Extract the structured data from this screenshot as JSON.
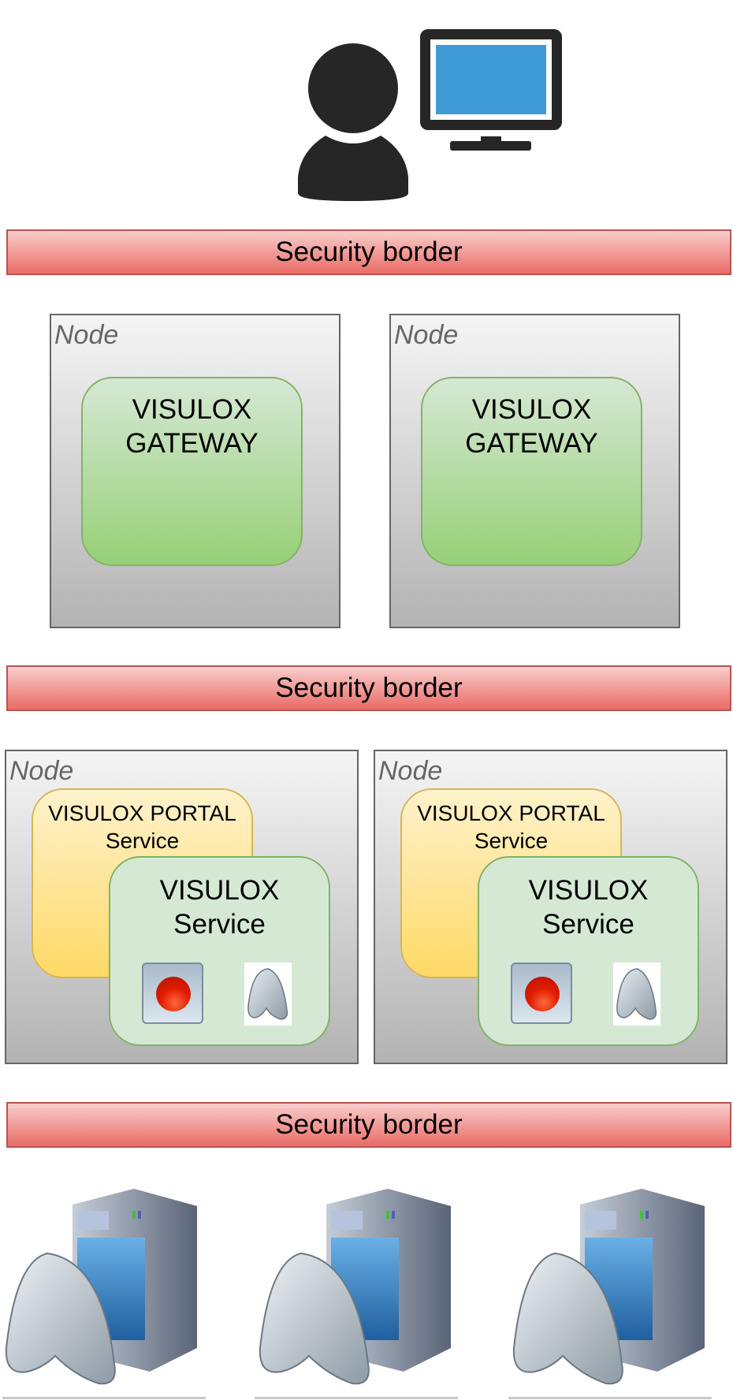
{
  "diagram": {
    "colors": {
      "security_border_fill_top": "#f8cecc",
      "security_border_fill_bottom": "#ea6b66",
      "security_border_stroke": "#b85450",
      "node_stroke": "#666666",
      "gateway_stroke": "#82b366",
      "portal_stroke": "#d6b656",
      "monitor_screen": "#3e9bd6",
      "user_icon": "#262626"
    },
    "top": {
      "user_icon": "user-icon",
      "monitor_icon": "monitor-icon"
    },
    "security_borders": [
      {
        "label": "Security border"
      },
      {
        "label": "Security border"
      },
      {
        "label": "Security border"
      }
    ],
    "gateway_nodes": [
      {
        "node_label": "Node",
        "gateway": {
          "line1": "VISULOX",
          "line2": "GATEWAY"
        }
      },
      {
        "node_label": "Node",
        "gateway": {
          "line1": "VISULOX",
          "line2": "GATEWAY"
        }
      }
    ],
    "service_nodes": [
      {
        "node_label": "Node",
        "portal": {
          "line1": "VISULOX PORTAL",
          "line2": "Service"
        },
        "service": {
          "line1": "VISULOX",
          "line2": "Service"
        },
        "icons": [
          "record-icon",
          "application-icon"
        ]
      },
      {
        "node_label": "Node",
        "portal": {
          "line1": "VISULOX PORTAL",
          "line2": "Service"
        },
        "service": {
          "line1": "VISULOX",
          "line2": "Service"
        },
        "icons": [
          "record-icon",
          "application-icon"
        ]
      }
    ],
    "servers": [
      {
        "icon": "application-server-icon"
      },
      {
        "icon": "application-server-icon"
      },
      {
        "icon": "application-server-icon"
      }
    ]
  }
}
